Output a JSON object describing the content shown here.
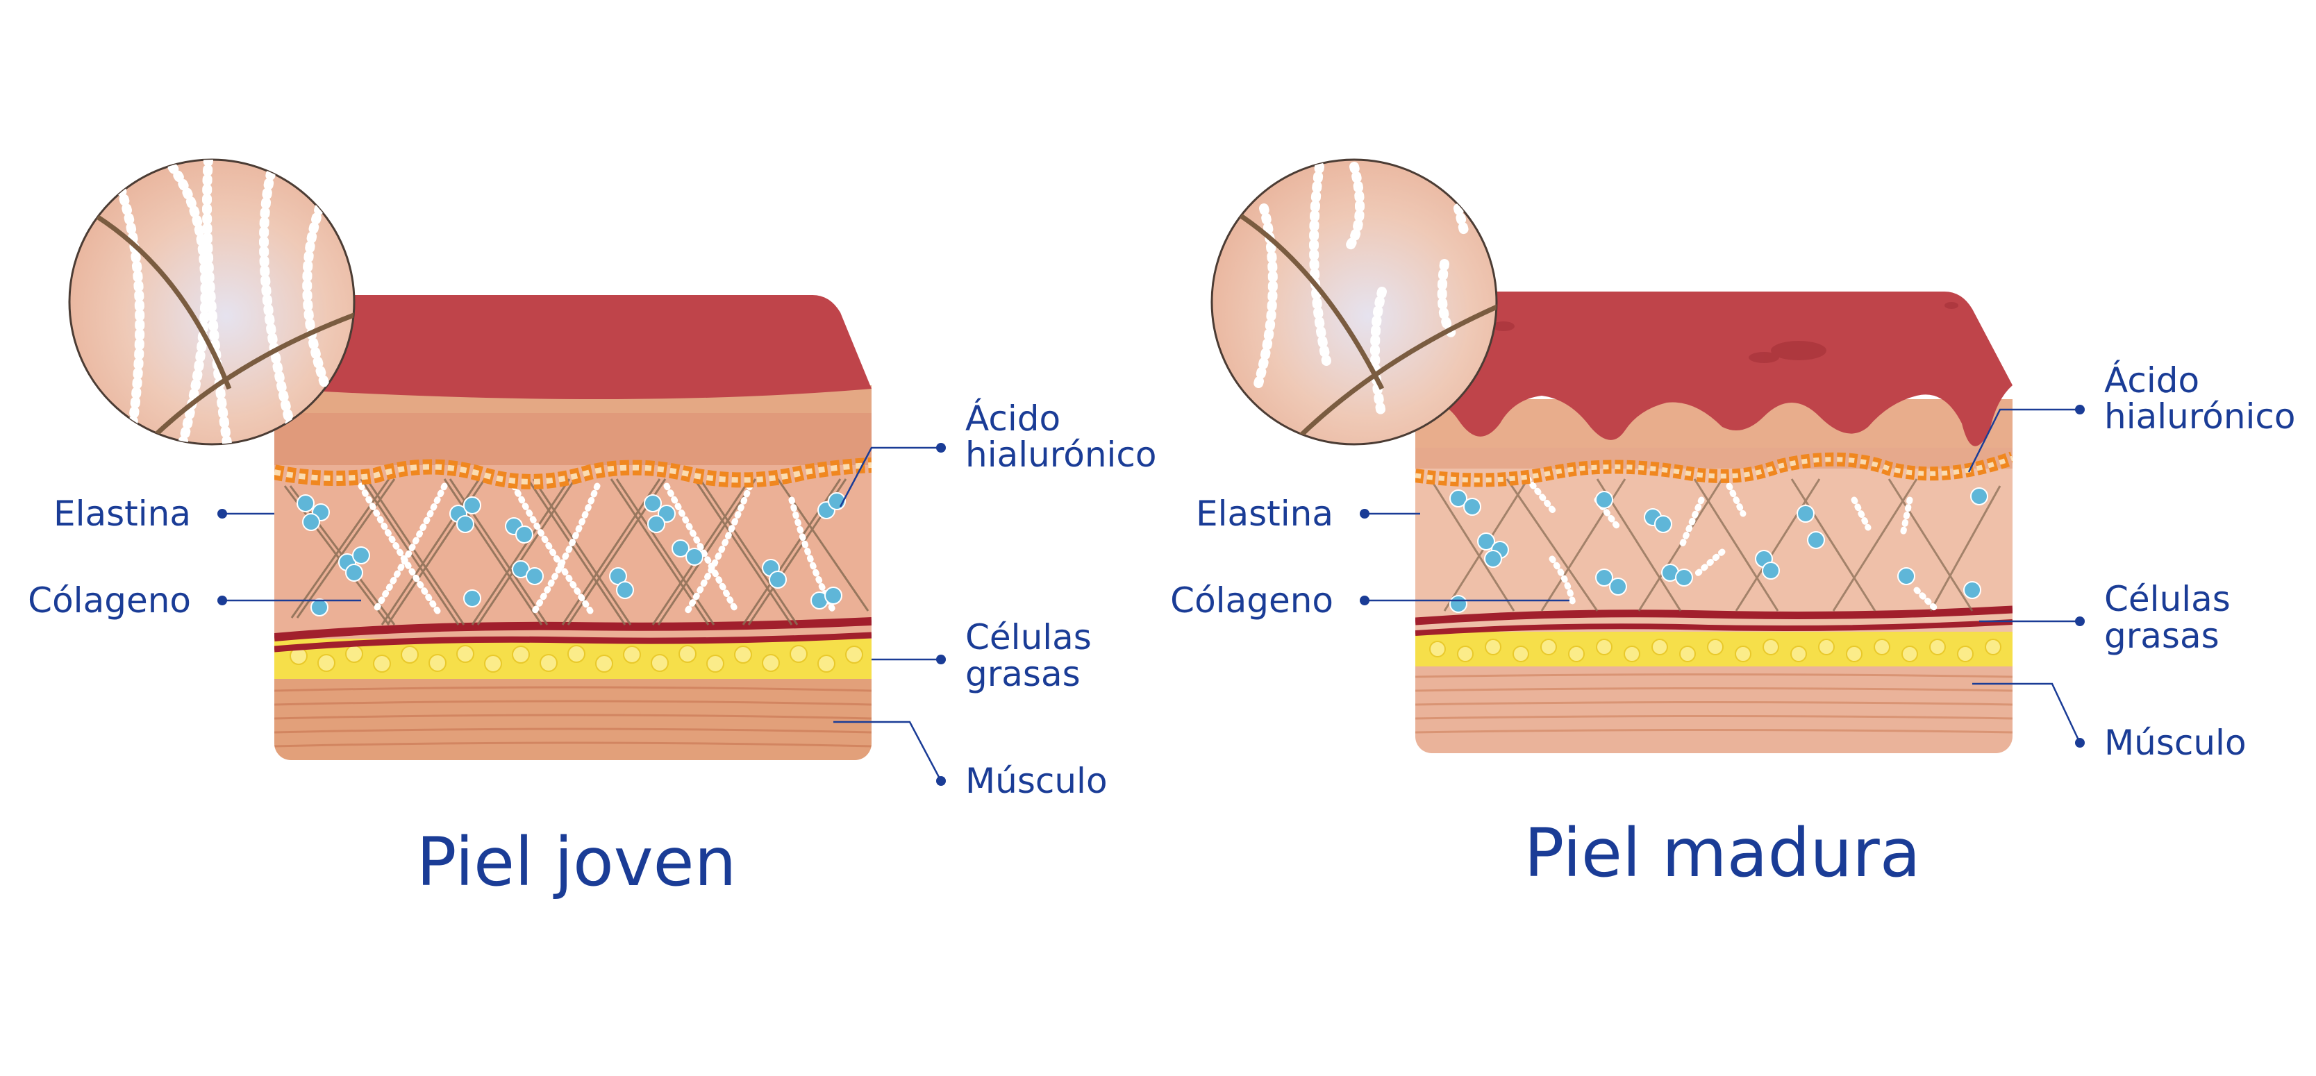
{
  "diagrams": [
    {
      "title": "Piel joven",
      "labels": {
        "elastina": "Elastina",
        "colageno": "Cólageno",
        "acido_line1": "Ácido",
        "acido_line2": "hialurónico",
        "celulas_line1": "Células",
        "celulas_line2": "grasas",
        "musculo": "Músculo"
      }
    },
    {
      "title": "Piel madura",
      "labels": {
        "elastina": "Elastina",
        "colageno": "Cólageno",
        "acido_line1": "Ácido",
        "acido_line2": "hialurónico",
        "celulas_line1": "Células",
        "celulas_line2": "grasas",
        "musculo": "Músculo"
      }
    }
  ],
  "colors": {
    "label_text": "#1a3c96",
    "epidermis": "#c0454a",
    "dermis": "#e8a58a",
    "fat": "#f6df4a",
    "muscle": "#e2a07a",
    "hyaluronic": "#5fb6d8",
    "collagen": "#ffffff",
    "elastin": "#8a6e55"
  }
}
